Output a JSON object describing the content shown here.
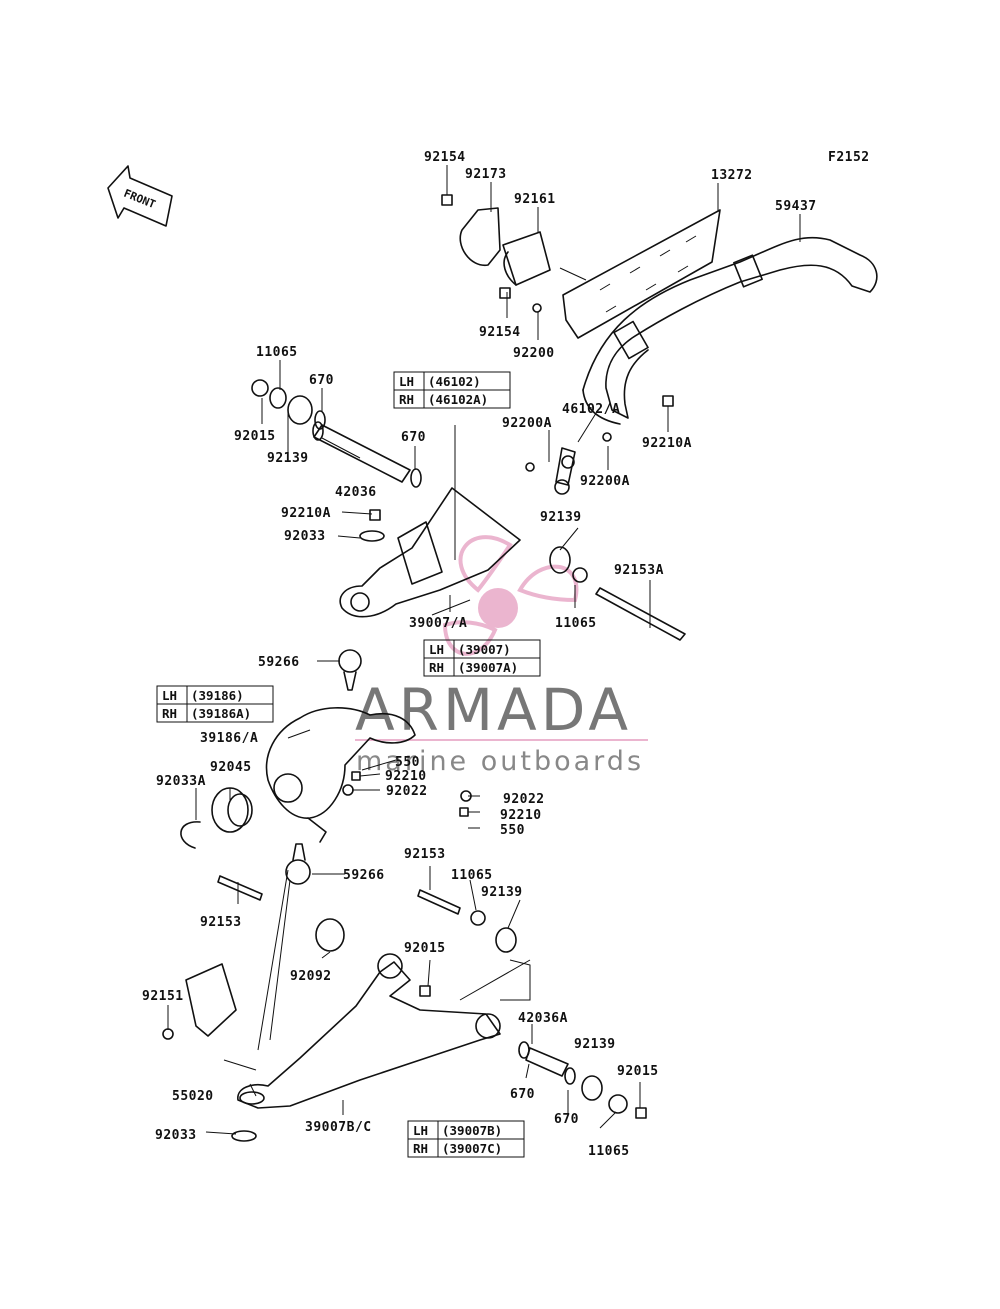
{
  "figure_id": "F2152",
  "front_label": "FRONT",
  "watermark": {
    "name": "ARMADA",
    "subtitle": "marine outboards",
    "accent": "#e8a9c7",
    "text_color": "#7a7a7a"
  },
  "parts": [
    "92154",
    "92173",
    "92161",
    "13272",
    "59437",
    "92154",
    "92200",
    "11065",
    "670",
    "92015",
    "92139",
    "670",
    "42036",
    "46102/A",
    "92200A",
    "92210A",
    "92200A",
    "92210A",
    "92033",
    "92139",
    "92153A",
    "39007/A",
    "11065",
    "59266",
    "39186/A",
    "550",
    "92210",
    "92022",
    "92045",
    "92033A",
    "92022",
    "92210",
    "550",
    "92153",
    "11065",
    "92139",
    "59266",
    "92153",
    "92015",
    "92092",
    "92151",
    "42036A",
    "92139",
    "92015",
    "55020",
    "670",
    "670",
    "92033",
    "39007B/C",
    "11065"
  ],
  "lhrh_tables": [
    {
      "rows": [
        {
          "side": "LH",
          "code": "(46102)"
        },
        {
          "side": "RH",
          "code": "(46102A)"
        }
      ]
    },
    {
      "rows": [
        {
          "side": "LH",
          "code": "(39007)"
        },
        {
          "side": "RH",
          "code": "(39007A)"
        }
      ]
    },
    {
      "rows": [
        {
          "side": "LH",
          "code": "(39186)"
        },
        {
          "side": "RH",
          "code": "(39186A)"
        }
      ]
    },
    {
      "rows": [
        {
          "side": "LH",
          "code": "(39007B)"
        },
        {
          "side": "RH",
          "code": "(39007C)"
        }
      ]
    }
  ]
}
